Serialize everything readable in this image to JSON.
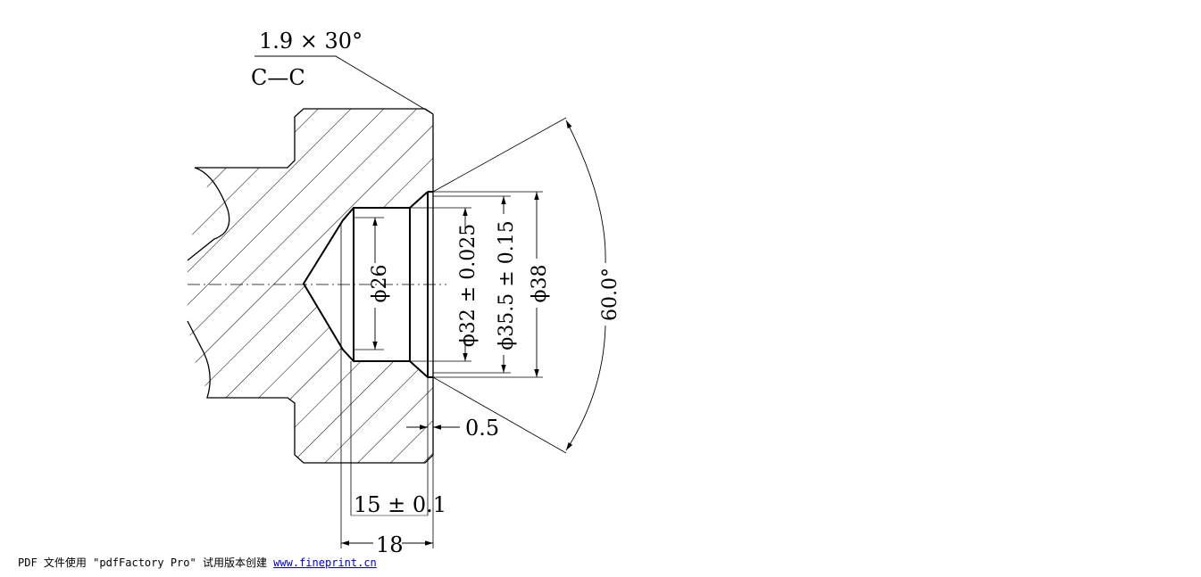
{
  "drawing": {
    "chamfer_note": "1.9 × 30°",
    "section_label": "C—C",
    "dims": {
      "d26": "ϕ26",
      "d32": "ϕ32 ± 0.025",
      "d35": "ϕ35.5 ± 0.15",
      "d38": "ϕ38",
      "angle": "60.0°",
      "offset": "0.5",
      "depth15": "15 ± 0.1",
      "depth18": "18"
    }
  },
  "footer": {
    "prefix": "PDF 文件使用 \"pdfFactory Pro\" 试用版本创建 ",
    "link_text": "www.fineprint.cn"
  }
}
